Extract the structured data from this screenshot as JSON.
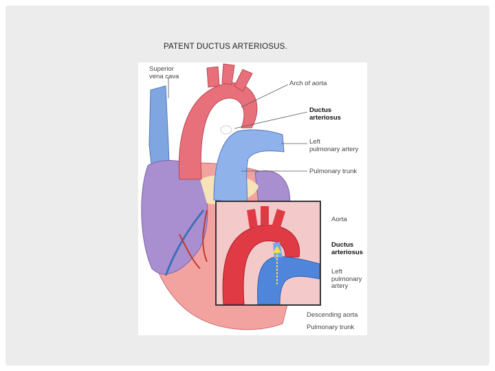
{
  "slide": {
    "title": "PATENT DUCTUS ARTERIOSUS."
  },
  "diagram": {
    "labels": {
      "superior_vena_cava": "Superior\nvena cava",
      "arch_of_aorta": "Arch of aorta",
      "ductus_arteriosus": "Ductus\narteriosus",
      "left_pulmonary_artery": "Left\npulmonary artery",
      "pulmonary_trunk": "Pulmonary trunk"
    },
    "inset_labels": {
      "aorta": "Aorta",
      "ductus_arteriosus": "Ductus\narteriosus",
      "left_pulmonary_artery": "Left\npulmonary\nartery",
      "descending_aorta": "Descending aorta",
      "pulmonary_trunk": "Pulmonary trunk"
    },
    "colors": {
      "aorta_red": "#e03a45",
      "vessel_blue": "#5f8fd6",
      "heart_purple": "#a98fcf",
      "heart_pink": "#ef9a9a",
      "fat_yellow": "#f7e3b8"
    }
  }
}
